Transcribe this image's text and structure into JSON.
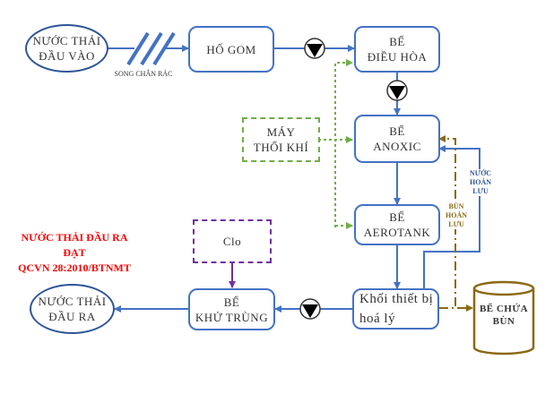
{
  "diagram": {
    "nodes": {
      "input": {
        "line1": "NƯỚC THẢI",
        "line2": "ĐẦU VÀO"
      },
      "screen": {
        "label": "SONG CHẮN RÁC"
      },
      "ho_gom": {
        "line1": "HỐ GOM"
      },
      "dieu_hoa": {
        "line1": "BỂ",
        "line2": "ĐIỀU HÒA"
      },
      "blower": {
        "line1": "MÁY",
        "line2": "THỔI KHÍ"
      },
      "anoxic": {
        "line1": "BỂ",
        "line2": "ANOXIC"
      },
      "aerotank": {
        "line1": "BỂ",
        "line2": "AEROTANK"
      },
      "hoa_ly": {
        "line1": "Khối thiết bị",
        "line2": "hoá lý"
      },
      "sludge_tank": {
        "line1": "BỂ CHỨA",
        "line2": "BÙN"
      },
      "khu_trung": {
        "line1": "BỂ",
        "line2": "KHỬ TRÙNG"
      },
      "clo": {
        "line1": "Clo"
      },
      "output": {
        "line1": "NƯỚC THẢI",
        "line2": "ĐẦU RA"
      }
    },
    "labels": {
      "water_recycle": {
        "line1": "NƯỚC",
        "line2": "HOÀN",
        "line3": "LƯU"
      },
      "sludge_recycle": {
        "line1": "BÙN",
        "line2": "HOÀN",
        "line3": "LƯU"
      },
      "standard": {
        "line1": "NƯỚC THẢI ĐẦU RA",
        "line2": "ĐẠT",
        "line3": "QCVN 28:2010/BTNMT"
      }
    },
    "icons": {
      "pump": "pump-icon",
      "screen": "bar-screen-icon"
    },
    "colors": {
      "flow": "#4472c4",
      "air": "#70ad47",
      "chlorine": "#7030a0",
      "sludge": "#8b6914",
      "standard_text": "#ff0000",
      "recycle_text": "#2f5597"
    }
  }
}
